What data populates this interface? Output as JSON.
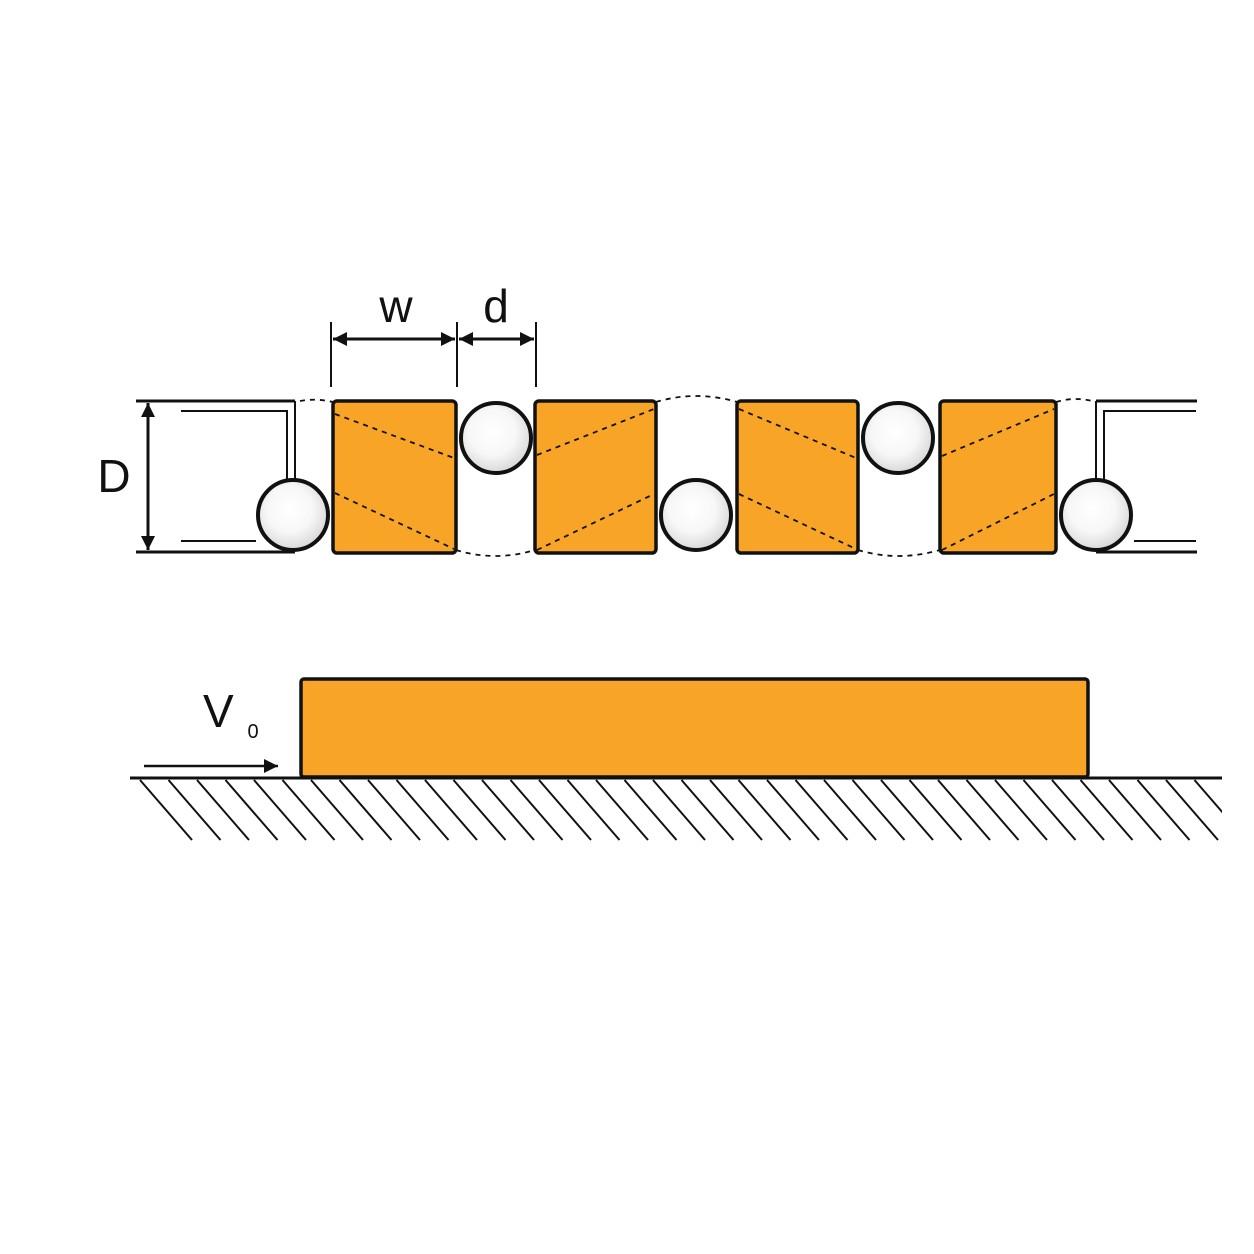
{
  "labels": {
    "width": "w",
    "gap": "d",
    "height": "D",
    "velocity_main": "V",
    "velocity_sub": "0"
  },
  "colors": {
    "block_fill": "#F7A427",
    "stroke": "#111111",
    "ball_fill": "#FFFFFF",
    "ball_shade": "#D9D9D9",
    "background": "#FFFFFF"
  }
}
